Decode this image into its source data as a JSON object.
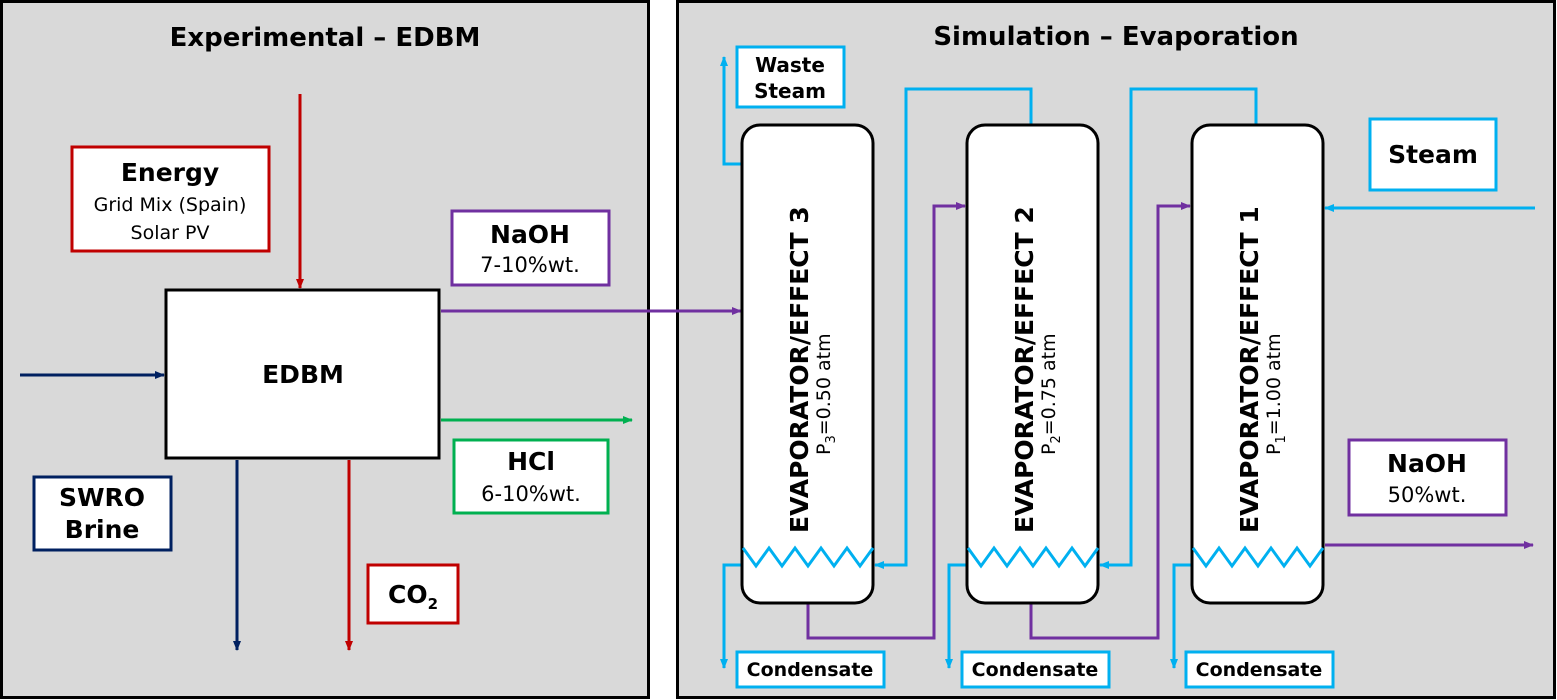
{
  "panels": {
    "left_title": "Experimental – EDBM",
    "right_title": "Simulation – Evaporation"
  },
  "labels": {
    "energy_title": "Energy",
    "energy_line1": "Grid Mix (Spain)",
    "energy_line2": "Solar PV",
    "edbm": "EDBM",
    "naoh_in_title": "NaOH",
    "naoh_in_conc": "7-10%wt.",
    "hcl_title": "HCl",
    "hcl_conc": "6-10%wt.",
    "swro_line1": "SWRO",
    "swro_line2": "Brine",
    "co2_main": "CO",
    "co2_sub": "2",
    "waste_steam_line1": "Waste",
    "waste_steam_line2": "Steam",
    "steam": "Steam",
    "naoh_out_title": "NaOH",
    "naoh_out_conc": "50%wt.",
    "condensate": "Condensate"
  },
  "evaporators": [
    {
      "name": "EVAPORATOR/EFFECT 3",
      "p_prefix": "P",
      "p_sub": "3",
      "p_value": "=0.50 atm"
    },
    {
      "name": "EVAPORATOR/EFFECT 2",
      "p_prefix": "P",
      "p_sub": "2",
      "p_value": "=0.75 atm"
    },
    {
      "name": "EVAPORATOR/EFFECT 1",
      "p_prefix": "P",
      "p_sub": "1",
      "p_value": "=1.00 atm"
    }
  ],
  "colors": {
    "panel_bg": "#d9d9d9",
    "energy_red": "#c00000",
    "naoh_purple": "#7030a0",
    "hcl_green": "#00b050",
    "swro_navy": "#002060",
    "steam_cyan": "#00b0f0"
  }
}
